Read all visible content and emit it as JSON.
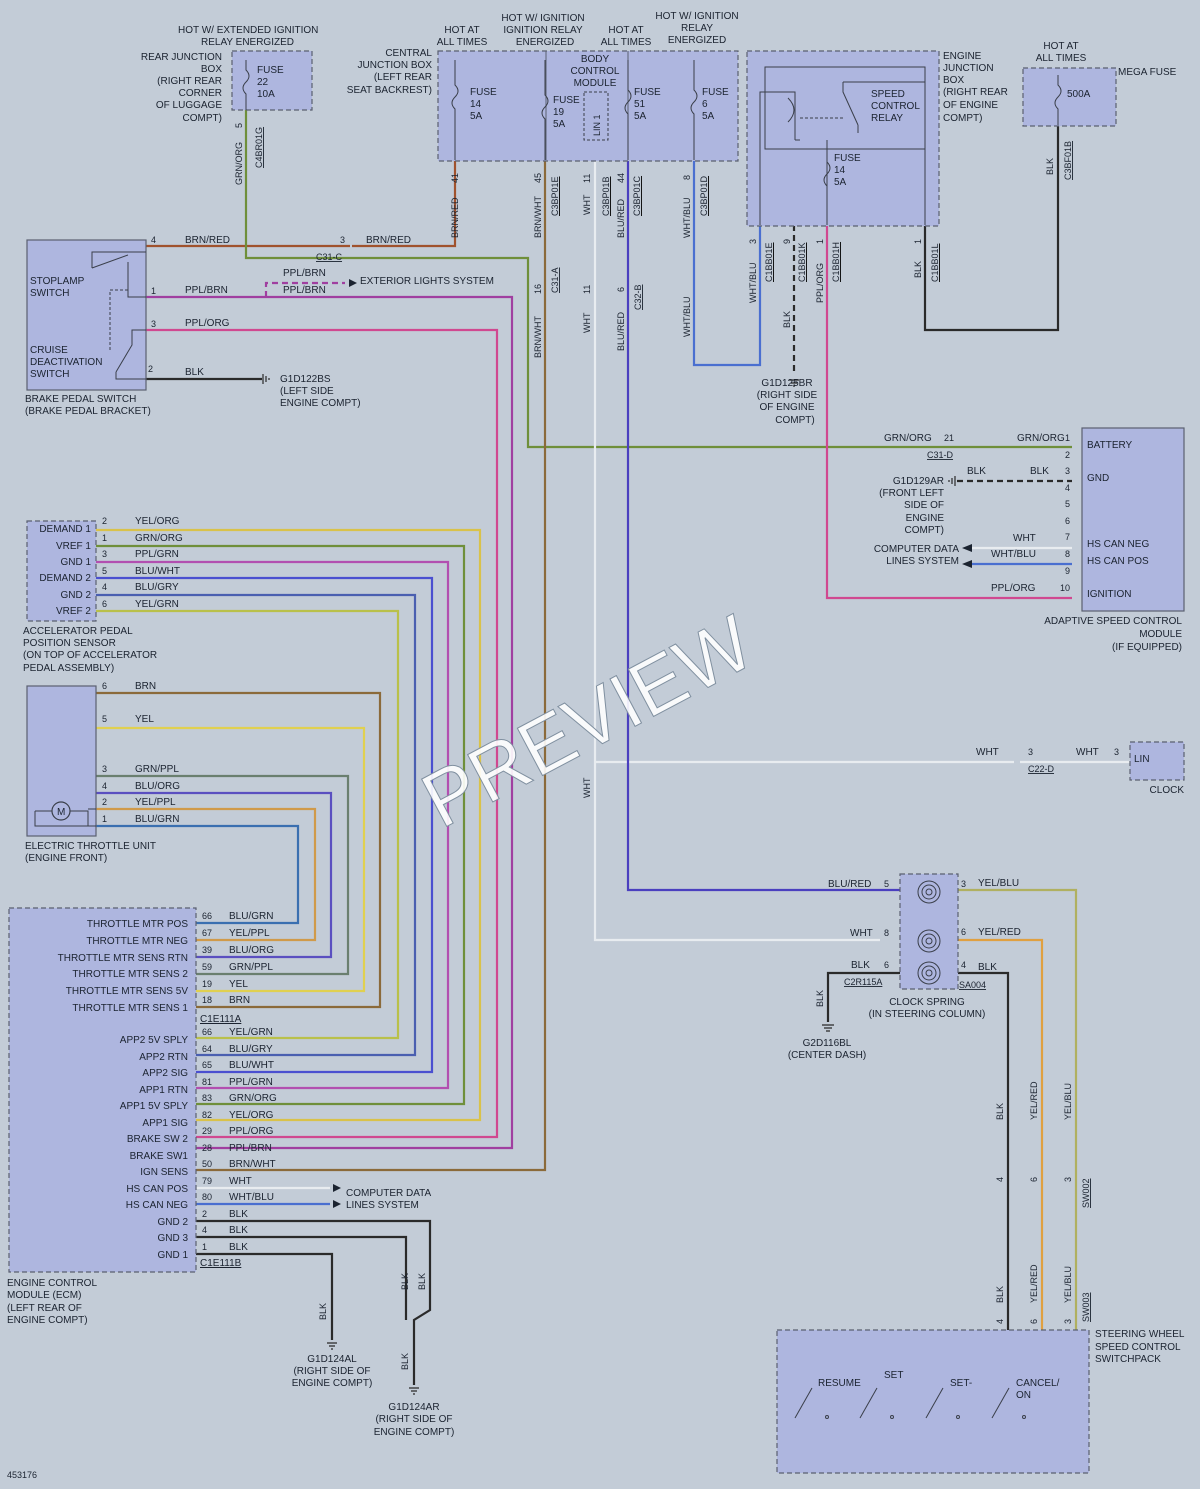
{
  "diagram_id": "453176",
  "watermark": "PREVIEW",
  "colors": {
    "brn_red": "#a0522d",
    "grn_org": "#6f8f3a",
    "ppl_brn": "#a03fa0",
    "ppl_org": "#d04890",
    "blk": "#2a2a2a",
    "wht": "#e8ecf0",
    "blu_red": "#4a3fbf",
    "wht_blu": "#4a6fd0",
    "yel_org": "#d9c24a",
    "ppl_grn": "#b24fb0",
    "blu_wht": "#4a4fd0",
    "blu_gry": "#4a5fb0",
    "yel_grn": "#b9c04a",
    "brn": "#8b6a3a",
    "yel": "#e0d050",
    "grn_ppl": "#6a7f6f",
    "blu_org": "#5a4fc0",
    "yel_ppl": "#d09a4a",
    "blu_grn": "#3a6fb0",
    "yel_blu": "#b0b060",
    "yel_red": "#e0a040",
    "fill": "#aeb6df"
  },
  "top": {
    "hot_ext_ign": "HOT W/ EXTENDED IGNITION",
    "relay_energized": "RELAY ENERGIZED",
    "rjb": [
      "REAR JUNCTION",
      "BOX",
      "(RIGHT REAR",
      "CORNER",
      "OF LUGGAGE",
      "COMPT)"
    ],
    "fuse22": [
      "FUSE",
      "22",
      "10A"
    ],
    "pin5": "5",
    "c4br01g": "C4BR01G",
    "grn_org": "GRN/ORG",
    "hot_all_1": [
      "HOT AT",
      "ALL TIMES"
    ],
    "hot_ign_relay": [
      "HOT W/ IGNITION",
      "IGNITION RELAY",
      "ENERGIZED"
    ],
    "hot_all_2": [
      "HOT AT",
      "ALL TIMES"
    ],
    "hot_ign_relay2": [
      "HOT W/ IGNITION",
      "RELAY",
      "ENERGIZED"
    ],
    "cjb": [
      "CENTRAL",
      "JUNCTION BOX",
      "(LEFT REAR",
      "SEAT BACKREST)"
    ],
    "fuse14": [
      "FUSE",
      "14",
      "5A"
    ],
    "fuse19": [
      "FUSE",
      "19",
      "5A"
    ],
    "bcm": [
      "BODY",
      "CONTROL",
      "MODULE"
    ],
    "lin1": "LIN 1",
    "fuse51": [
      "FUSE",
      "51",
      "5A"
    ],
    "fuse6": [
      "FUSE",
      "6",
      "5A"
    ],
    "cjb_pins": [
      "41",
      "45",
      "11",
      "44",
      "8"
    ],
    "cjb_wires": [
      "BRN/RED",
      "BRN/WHT",
      "WHT",
      "BLU/RED",
      "WHT/BLU"
    ],
    "cjb_conns": [
      "C3BP01E",
      "C3BP01B",
      "C3BP01C",
      "C3BP01D"
    ],
    "ejb": [
      "ENGINE",
      "JUNCTION",
      "BOX",
      "(RIGHT REAR",
      "OF ENGINE",
      "COMPT)"
    ],
    "scr": [
      "SPEED",
      "CONTROL",
      "RELAY"
    ],
    "ejb_fuse14": [
      "FUSE",
      "14",
      "5A"
    ],
    "ejb_pins": [
      "3",
      "9",
      "1",
      "1"
    ],
    "ejb_wires": [
      "WHT/BLU",
      "BLK",
      "PPL/ORG",
      "BLK"
    ],
    "ejb_conns": [
      "C1BB01E",
      "C1BB01K",
      "C1BB01H",
      "C1BB01L"
    ],
    "mega_hot": [
      "HOT AT",
      "ALL TIMES"
    ],
    "mega_fuse": "MEGA FUSE",
    "fuse500": "500A",
    "mega_wire": "BLK",
    "mega_conn": "C3BF01B",
    "g1d125br": [
      "G1D125BR",
      "(RIGHT SIDE",
      "OF ENGINE",
      "COMPT)"
    ]
  },
  "brake": {
    "title": [
      "BRAKE PEDAL SWITCH",
      "(BRAKE PEDAL BRACKET)"
    ],
    "stoplamp": [
      "STOPLAMP",
      "SWITCH"
    ],
    "cruise": [
      "CRUISE",
      "DEACTIVATION",
      "SWITCH"
    ],
    "pins": [
      "4",
      "1",
      "3",
      "2"
    ],
    "wires": [
      "BRN/RED",
      "PPL/BRN",
      "PPL/ORG",
      "BLK"
    ],
    "c31c": "C31-C",
    "c31c_pin": "3",
    "c31c_wire": "BRN/RED",
    "ext_wire": "PPL/BRN",
    "ext_lights": "EXTERIOR LIGHTS SYSTEM",
    "g1d122bs": [
      "G1D122BS",
      "(LEFT SIDE",
      "ENGINE COMPT)"
    ],
    "mid_pins": [
      "16",
      "11",
      "6"
    ],
    "mid_wires": [
      "BRN/WHT",
      "WHT",
      "BLU/RED",
      "WHT/BLU"
    ],
    "c31a": "C31-A",
    "c32b": "C32-B"
  },
  "asc": {
    "title": [
      "ADAPTIVE SPEED CONTROL",
      "MODULE",
      "(IF EQUIPPED)"
    ],
    "pins": [
      "1",
      "2",
      "3",
      "4",
      "5",
      "6",
      "7",
      "8",
      "9",
      "10"
    ],
    "labels": [
      "BATTERY",
      "GND",
      "HS CAN NEG",
      "HS CAN POS",
      "IGNITION"
    ],
    "grn_org_a": "GRN/ORG",
    "pin21": "21",
    "grn_org_b": "GRN/ORG",
    "c31d": "C31-D",
    "blk_a": "BLK",
    "blk_b": "BLK",
    "g1d129ar": [
      "G1D129AR",
      "(FRONT LEFT",
      "SIDE OF",
      "ENGINE",
      "COMPT)"
    ],
    "cdl": [
      "COMPUTER DATA",
      "LINES SYSTEM"
    ],
    "wht": "WHT",
    "wht_blu": "WHT/BLU",
    "ppl_org": "PPL/ORG"
  },
  "apps": {
    "title": [
      "ACCELERATOR PEDAL",
      "POSITION SENSOR",
      "(ON TOP OF ACCELERATOR",
      "PEDAL ASSEMBLY)"
    ],
    "labels": [
      "DEMAND 1",
      "VREF 1",
      "GND 1",
      "DEMAND 2",
      "GND 2",
      "VREF 2"
    ],
    "pins": [
      "2",
      "1",
      "3",
      "5",
      "4",
      "6"
    ],
    "wires": [
      "YEL/ORG",
      "GRN/ORG",
      "PPL/GRN",
      "BLU/WHT",
      "BLU/GRY",
      "YEL/GRN"
    ]
  },
  "etu": {
    "title": [
      "ELECTRIC THROTTLE UNIT",
      "(ENGINE FRONT)"
    ],
    "motor": "M",
    "pins": [
      "6",
      "5",
      "3",
      "4",
      "2",
      "1"
    ],
    "wires": [
      "BRN",
      "YEL",
      "GRN/PPL",
      "BLU/ORG",
      "YEL/PPL",
      "BLU/GRN"
    ]
  },
  "ecm": {
    "title": [
      "ENGINE CONTROL",
      "MODULE (ECM)",
      "(LEFT REAR OF",
      "ENGINE COMPT)"
    ],
    "labels1": [
      "THROTTLE MTR POS",
      "THROTTLE MTR NEG",
      "THROTTLE MTR SENS RTN",
      "THROTTLE MTR SENS 2",
      "THROTTLE MTR SENS 5V",
      "THROTTLE MTR SENS 1"
    ],
    "pins1": [
      "66",
      "67",
      "39",
      "59",
      "19",
      "18"
    ],
    "wires1": [
      "BLU/GRN",
      "YEL/PPL",
      "BLU/ORG",
      "GRN/PPL",
      "YEL",
      "BRN"
    ],
    "conn1": "C1E111A",
    "labels2": [
      "APP2 5V SPLY",
      "APP2 RTN",
      "APP2 SIG",
      "APP1 RTN",
      "APP1 5V SPLY",
      "APP1 SIG",
      "BRAKE SW 2",
      "BRAKE SW1",
      "IGN SENS",
      "HS CAN POS",
      "HS CAN NEG",
      "GND 2",
      "GND 3",
      "GND 1"
    ],
    "pins2": [
      "66",
      "64",
      "65",
      "81",
      "83",
      "82",
      "29",
      "28",
      "50",
      "79",
      "80",
      "2",
      "4",
      "1"
    ],
    "wires2": [
      "YEL/GRN",
      "BLU/GRY",
      "BLU/WHT",
      "PPL/GRN",
      "GRN/ORG",
      "YEL/ORG",
      "PPL/ORG",
      "PPL/BRN",
      "BRN/WHT",
      "WHT",
      "WHT/BLU",
      "BLK",
      "BLK",
      "BLK"
    ],
    "conn2": "C1E111B",
    "cdl": [
      "COMPUTER DATA",
      "LINES SYSTEM"
    ],
    "blk": "BLK",
    "g1d124al": [
      "G1D124AL",
      "(RIGHT SIDE OF",
      "ENGINE COMPT)"
    ],
    "g1d124ar": [
      "G1D124AR",
      "(RIGHT SIDE OF",
      "ENGINE COMPT)"
    ]
  },
  "clock": {
    "wht_a": "WHT",
    "pin3a": "3",
    "wht_b": "WHT",
    "pin3b": "3",
    "c22d": "C22-D",
    "lin": "LIN",
    "label": "CLOCK",
    "wht_v": "WHT"
  },
  "cs": {
    "title": [
      "CLOCK SPRING",
      "(IN STEERING COLUMN)"
    ],
    "left_wires": [
      "BLU/RED",
      "WHT",
      "BLK"
    ],
    "left_pins": [
      "5",
      "8",
      "6"
    ],
    "right_pins": [
      "3",
      "6",
      "4"
    ],
    "right_wires": [
      "YEL/BLU",
      "YEL/RED",
      "BLK"
    ],
    "c2r115a": "C2R115A",
    "sa004": "SA004",
    "g2d116bl": [
      "G2D116BL",
      "(CENTER DASH)"
    ],
    "gnd_wire": "BLK"
  },
  "sw": {
    "title": [
      "STEERING WHEEL",
      "SPEED CONTROL",
      "SWITCHPACK"
    ],
    "wires": [
      "BLK",
      "YEL/RED",
      "YEL/BLU"
    ],
    "pins": [
      "4",
      "6",
      "3"
    ],
    "sw002": "SW002",
    "sw003": "SW003",
    "resume": "RESUME",
    "set_plus": "SET",
    "set_minus": "SET-",
    "cancel": [
      "CANCEL/",
      "ON"
    ]
  }
}
